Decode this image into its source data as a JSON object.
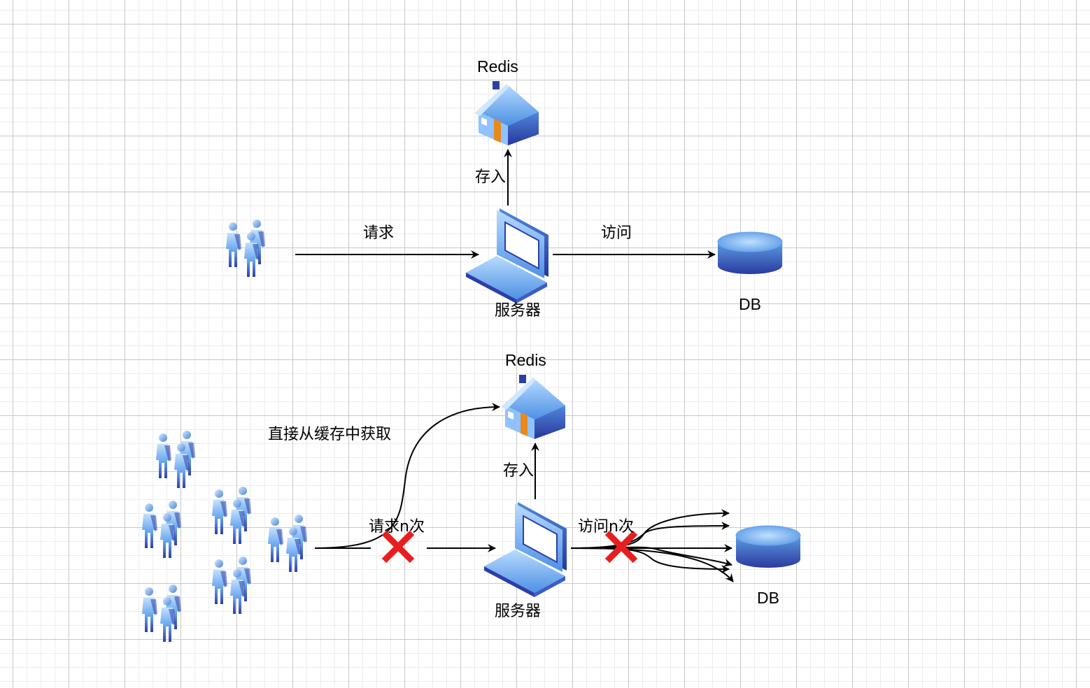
{
  "top": {
    "redis_label": "Redis",
    "store_label": "存入",
    "request_label": "请求",
    "access_label": "访问",
    "server_label": "服务器",
    "db_label": "DB"
  },
  "bottom": {
    "redis_label": "Redis",
    "store_label": "存入",
    "fetch_label": "直接从缓存中获取",
    "request_label": "请求n次",
    "access_label": "访问n次",
    "server_label": "服务器",
    "db_label": "DB"
  },
  "colors": {
    "icon_light": "#a9d2ff",
    "icon_mid": "#5c9fea",
    "icon_dark": "#2c3fa8",
    "door": "#e98a1c",
    "blocked": "#e81e1e",
    "arrow": "#000000"
  },
  "icons": {
    "users": "users-group-icon",
    "server": "laptop-server-icon",
    "redis": "house-icon",
    "db": "database-cylinder-icon",
    "blocked": "red-x-icon"
  }
}
